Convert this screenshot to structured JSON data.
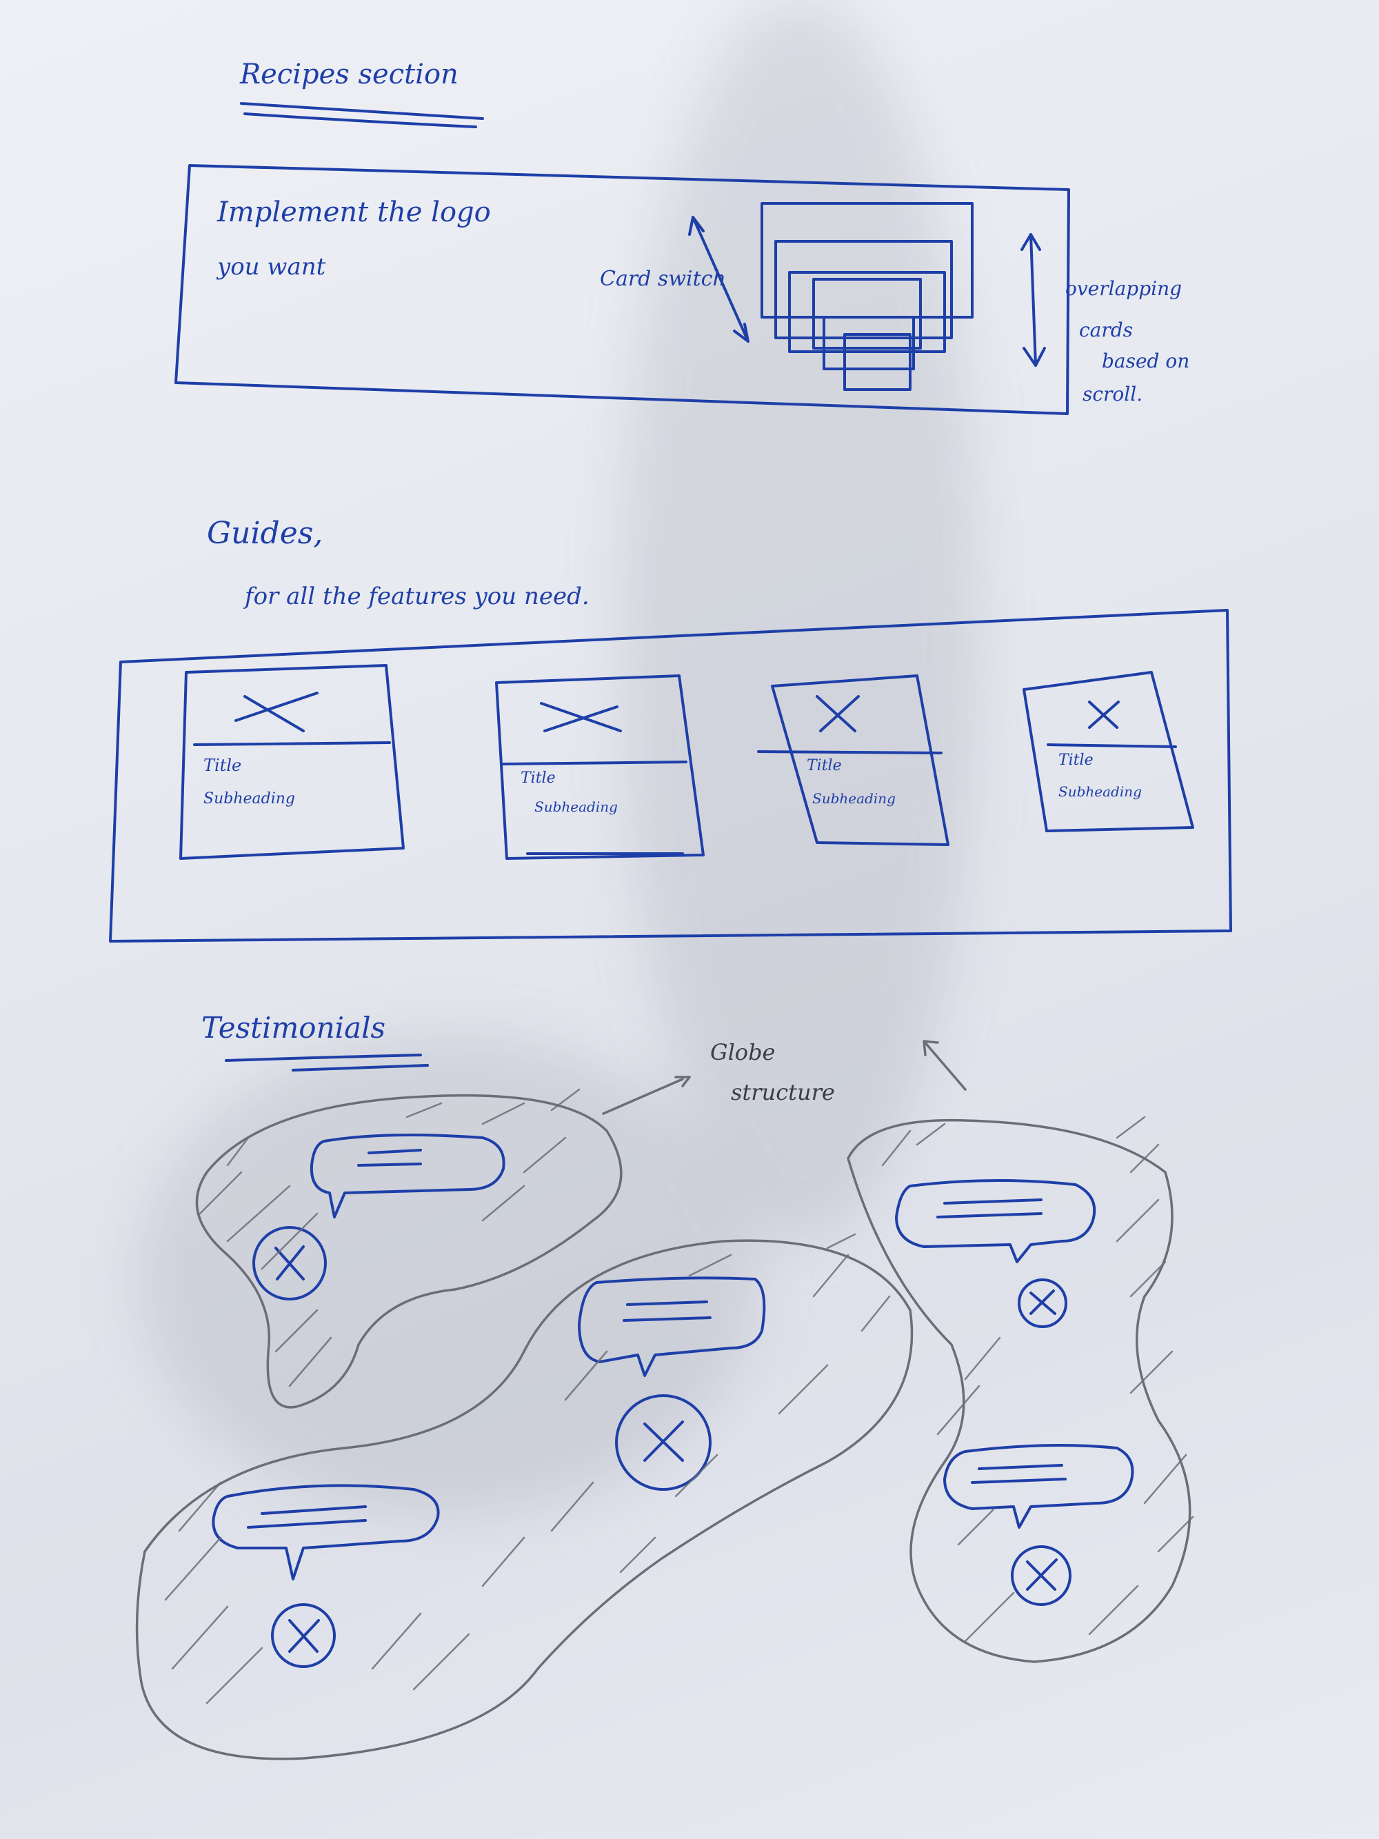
{
  "sections": {
    "recipes": {
      "title": "Recipes section",
      "body_line1": "Implement the logo",
      "body_line2": "you want",
      "card_switch_note": "Card switch",
      "overlap_note_line1": "overlapping",
      "overlap_note_line2": "cards",
      "overlap_note_line3": "based on",
      "overlap_note_line4": "scroll."
    },
    "guides": {
      "title": "Guides,",
      "subtitle": "for all the features you need.",
      "cards": [
        {
          "title": "Title",
          "subheading": "Subheading"
        },
        {
          "title": "Title",
          "subheading": "Subheading"
        },
        {
          "title": "Title",
          "subheading": "Subheading"
        },
        {
          "title": "Title",
          "subheading": "Subheading"
        }
      ]
    },
    "testimonials": {
      "title": "Testimonials",
      "globe_note_line1": "Globe",
      "globe_note_line2": "structure"
    }
  },
  "colors": {
    "ink": "#1e3fa8",
    "pencil": "#6b6e76",
    "paper": "#eceef4"
  }
}
